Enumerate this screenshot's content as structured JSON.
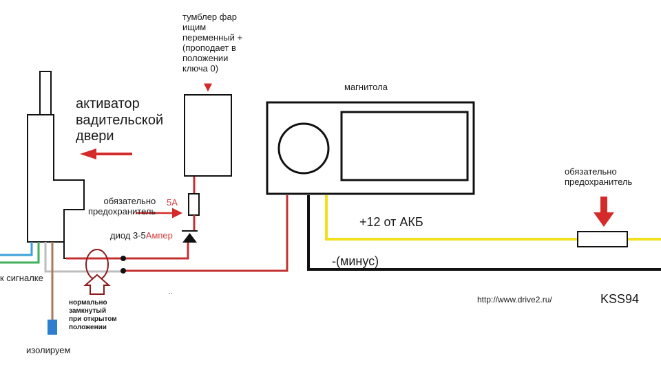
{
  "labels": {
    "toggle_switch": "тумблер фар\nищим\nпеременный +\n(проподает в\nположении\n ключа 0)",
    "head_unit": "магнитола",
    "door_actuator": "активатор\nвадительской\nдвери",
    "fuse_required_left": "обязательно\nпредохранитель",
    "fuse_rating": "5А",
    "diode_prefix": "диод 3-5",
    "diode_amp": "Ампер",
    "battery_plus": "+12 от АКБ",
    "ground_minus": "-(минус)",
    "fuse_required_right": "обязательно\nпредохранитель",
    "to_alarm": "к сигналке",
    "insulate": "изолируем",
    "normally_closed": "нормально\nзамкнутый\nпри открытом\nположении",
    "website": "http://www.drive2.ru/",
    "author": "KSS94"
  },
  "colors": {
    "power_wire": "#c43030",
    "battery_wire": "#f2e01c",
    "ground_wire": "#111111",
    "arrow": "#d42a2a",
    "signal_wire_blue": "#3aa0d8",
    "signal_wire_green": "#3fae5a",
    "signal_wire_gray": "#bdbdbd",
    "signal_wire_brown": "#a97a56",
    "insulator": "#2e7fd0"
  }
}
